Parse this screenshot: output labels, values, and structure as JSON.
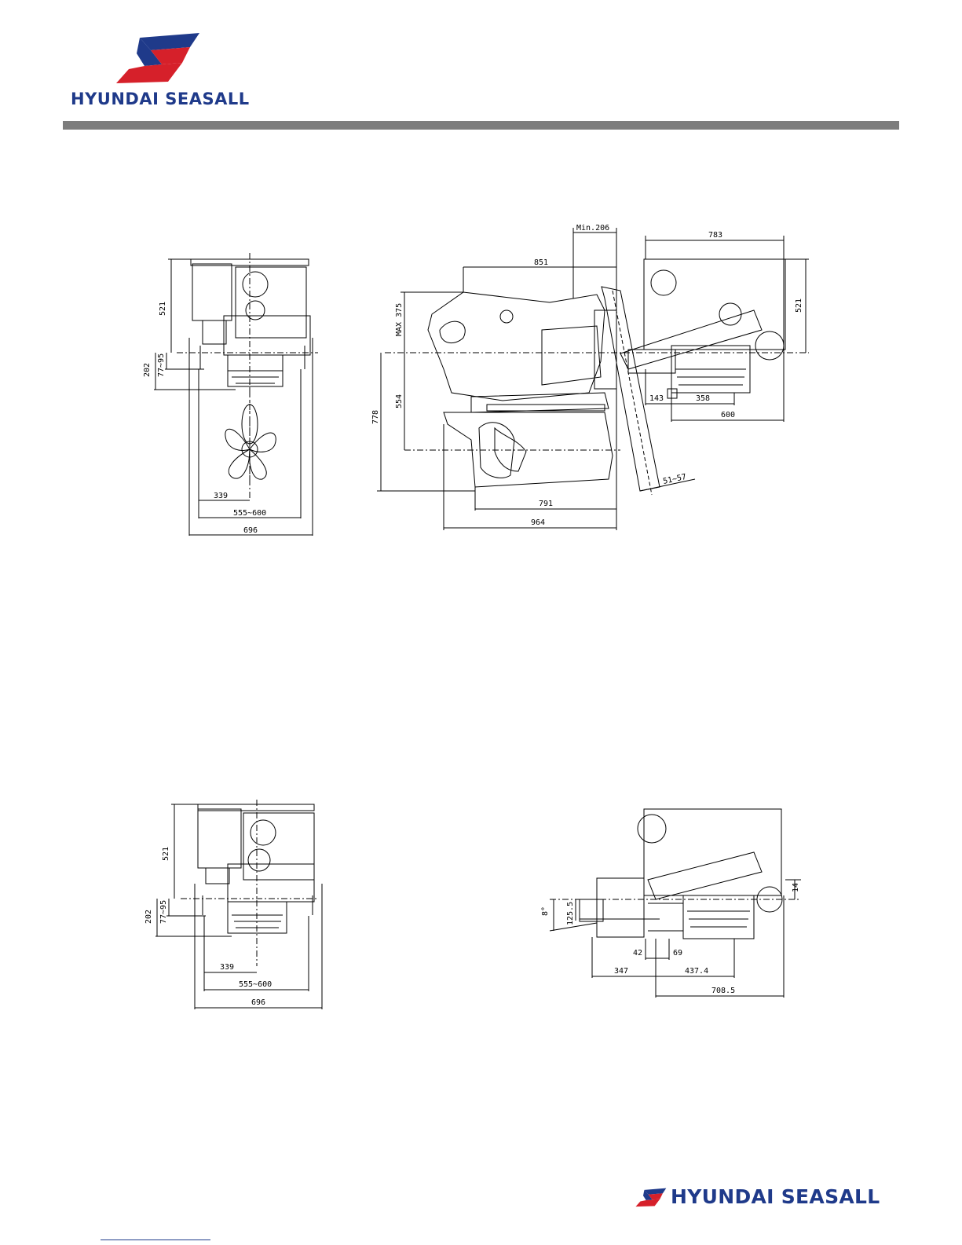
{
  "header": {
    "brand": "HYUNDAI SEASALL"
  },
  "footer": {
    "brand": "HYUNDAI SEASALL"
  },
  "colors": {
    "brand_red": "#d6202a",
    "brand_blue": "#1f3a8a",
    "rule_gray": "#7d7d7d"
  },
  "views": {
    "front_top": {
      "d1": "521",
      "d2": "202",
      "d3": "77~95",
      "d4": "339",
      "d5": "555~600",
      "d6": "696"
    },
    "side_top": {
      "d1": "Min.206",
      "d2": "851",
      "d3": "MAX 375",
      "d4": "554",
      "d5": "778",
      "d6": "791",
      "d7": "964",
      "d8": "51~57",
      "d9": "783",
      "d10": "521",
      "d11": "143",
      "d12": "358",
      "d13": "600"
    },
    "front_bottom": {
      "d1": "521",
      "d2": "202",
      "d3": "77~95",
      "d4": "339",
      "d5": "555~600",
      "d6": "696"
    },
    "side_bottom": {
      "d1": "8°",
      "d2": "125.5",
      "d3": "14",
      "d4": "42",
      "d5": "69",
      "d6": "347",
      "d7": "437.4",
      "d8": "708.5"
    }
  }
}
